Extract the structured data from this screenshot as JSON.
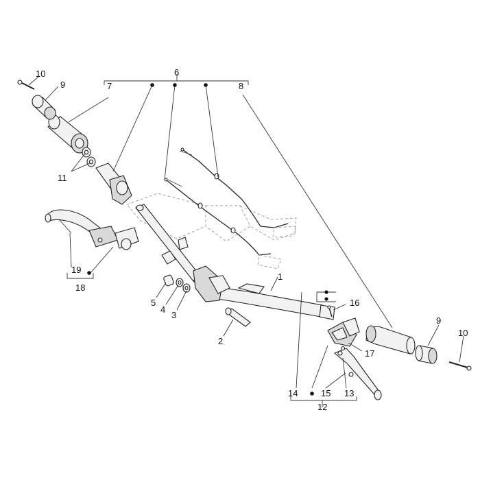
{
  "callouts": {
    "c1": "1",
    "c2": "2",
    "c3": "3",
    "c4": "4",
    "c5": "5",
    "c6": "6",
    "c7": "7",
    "c8": "8",
    "c9_left": "9",
    "c9_right": "9",
    "c10_left": "10",
    "c10_right": "10",
    "c11": "11",
    "c12": "12",
    "c13": "13",
    "c14": "14",
    "c15": "15",
    "c16": "16",
    "c17": "17",
    "c18": "18",
    "c19": "19"
  },
  "colors": {
    "line": "#222222",
    "fill": "#f2f2f2",
    "ghost": "#9a9a9a"
  }
}
